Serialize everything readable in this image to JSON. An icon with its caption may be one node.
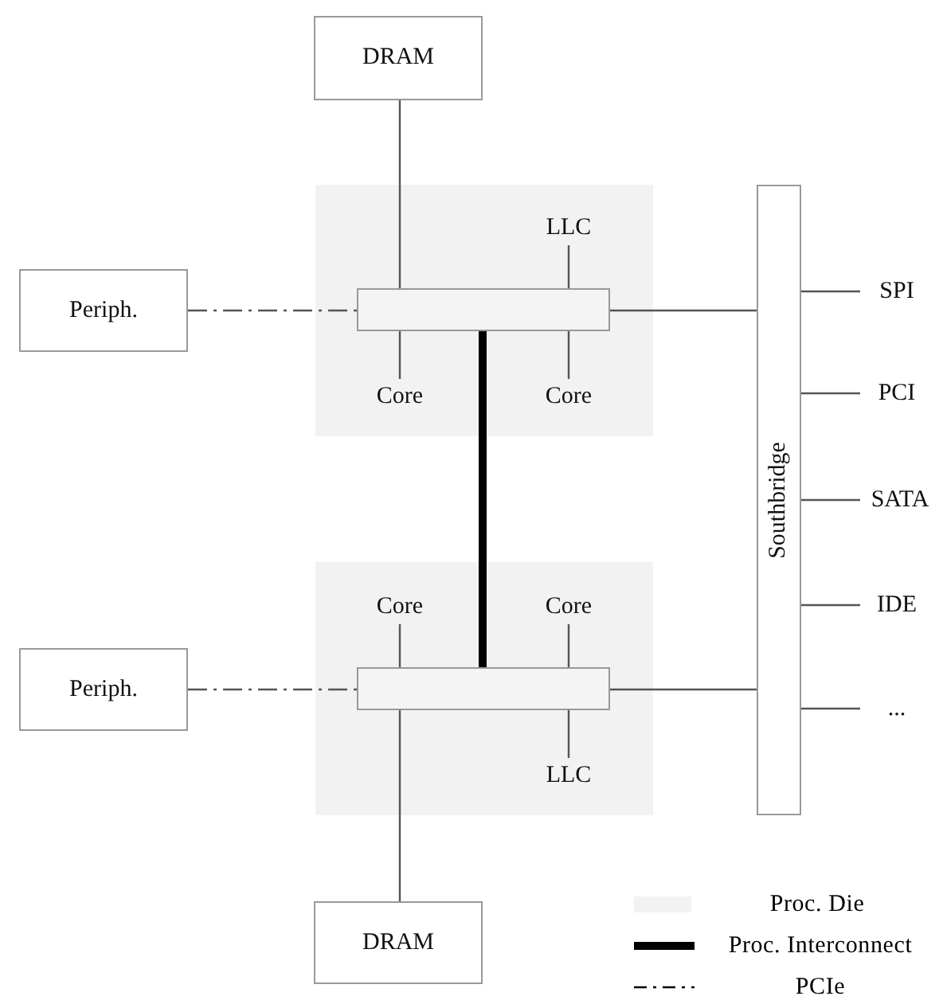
{
  "diagram": {
    "nodes": [
      {
        "text": [
          "DRAM"
        ]
      },
      {
        "text": [],
        "shape": "box"
      },
      {
        "text": [
          "Periph."
        ]
      },
      {
        "text": [],
        "shape": "bar",
        "in": 1
      },
      {
        "text": [
          "LLC"
        ],
        "in": 1
      },
      {
        "text": [
          "Core"
        ],
        "in": 1
      },
      {
        "text": [
          "Core"
        ],
        "in": 1
      },
      {
        "text": [
          "Southbridge"
        ]
      },
      {
        "text": [
          "SPI"
        ]
      },
      {
        "text": [
          "PCI"
        ]
      },
      {
        "text": [
          "SATA"
        ]
      },
      {
        "text": [
          "IDE"
        ]
      },
      {
        "text": [
          "..."
        ]
      },
      {
        "text": [],
        "shape": "box"
      },
      {
        "text": [
          "Core"
        ],
        "in": 13
      },
      {
        "text": [
          "Core"
        ],
        "in": 13
      },
      {
        "text": [
          "Periph."
        ]
      },
      {
        "text": [],
        "shape": "bar",
        "in": 13
      },
      {
        "text": [
          "LLC"
        ],
        "in": 13
      },
      {
        "text": [
          "DRAM"
        ]
      }
    ],
    "edges": [
      {
        "from": 0,
        "to": 3,
        "arrow": "none"
      },
      {
        "from": 2,
        "to": 3,
        "arrow": "none",
        "style": "dashed"
      },
      {
        "from": 4,
        "to": 3,
        "arrow": "none"
      },
      {
        "from": 3,
        "to": 5,
        "arrow": "none"
      },
      {
        "from": 3,
        "to": 6,
        "arrow": "none"
      },
      {
        "from": 3,
        "to": 7,
        "arrow": "none"
      },
      {
        "from": 7,
        "to": 8,
        "arrow": "none"
      },
      {
        "from": 7,
        "to": 9,
        "arrow": "none"
      },
      {
        "from": 7,
        "to": 10,
        "arrow": "none"
      },
      {
        "from": 7,
        "to": 11,
        "arrow": "none"
      },
      {
        "from": 7,
        "to": 12,
        "arrow": "none"
      },
      {
        "from": 3,
        "to": 17,
        "arrow": "none",
        "style": "thick"
      },
      {
        "from": 14,
        "to": 17,
        "arrow": "none"
      },
      {
        "from": 15,
        "to": 17,
        "arrow": "none"
      },
      {
        "from": 16,
        "to": 17,
        "arrow": "none",
        "style": "dashed"
      },
      {
        "from": 17,
        "to": 7,
        "arrow": "none"
      },
      {
        "from": 17,
        "to": 18,
        "arrow": "none"
      },
      {
        "from": 17,
        "to": 19,
        "arrow": "none"
      }
    ],
    "legend": [
      {
        "text": "Proc. Die",
        "color": "#f2f2f2"
      },
      {
        "text": "Proc. Interconnect"
      },
      {
        "text": "PCIe"
      }
    ]
  }
}
